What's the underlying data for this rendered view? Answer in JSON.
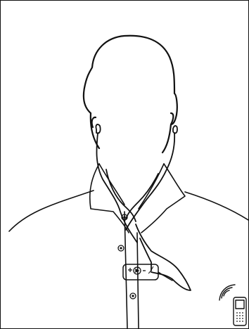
{
  "figure": {
    "description_items": [
      "person-silhouette",
      "collar-shirt",
      "stereo-earphones",
      "clip-on-headset-control-unit",
      "wireless-signal",
      "mobile-phone"
    ],
    "colors": {
      "line": "#111111",
      "background": "#ffffff",
      "frame": "#111111"
    }
  }
}
